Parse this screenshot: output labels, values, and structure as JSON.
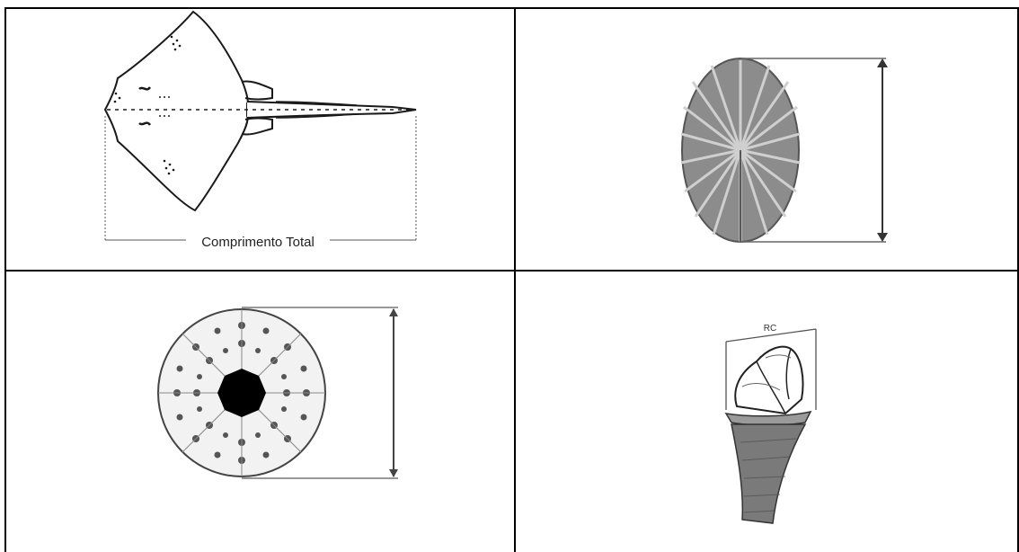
{
  "figure": {
    "ray_length_label": "Comprimento Total",
    "barnacle_label": "RC",
    "colors": {
      "border": "#000000",
      "ink": "#1a1a1a",
      "shell_fill": "#8c8c8c",
      "shell_rib": "#c8c8c8",
      "measure_line": "#5a5a5a",
      "urchin_mouth": "#000000"
    },
    "panels": [
      {
        "id": "ray",
        "subject": "ray-icon"
      },
      {
        "id": "scallop",
        "subject": "scallop-shell-icon"
      },
      {
        "id": "sea-urchin",
        "subject": "sea-urchin-icon"
      },
      {
        "id": "barnacle",
        "subject": "goose-barnacle-icon"
      }
    ]
  }
}
